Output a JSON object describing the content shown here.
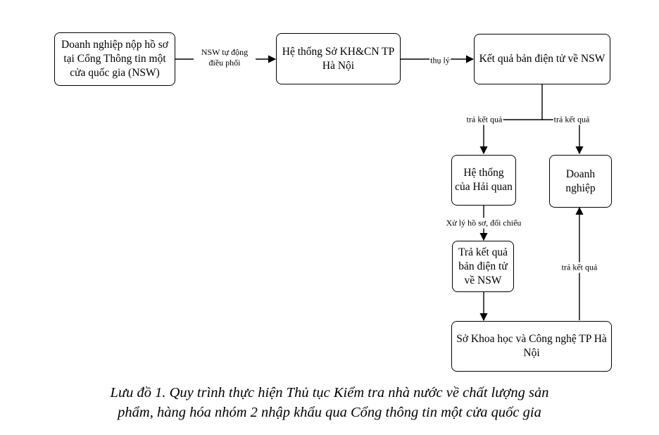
{
  "nodes": {
    "n1": "Doanh nghiệp nộp hồ sơ tại Cổng Thông tin một cửa quốc gia (NSW)",
    "n2": "Hệ thống Sở KH&CN TP Hà Nội",
    "n3": "Kết quả bản điện tử về NSW",
    "n4": "Hệ thống của Hải quan",
    "n5": "Doanh nghiệp",
    "n6": "Trả kết quả bản điện tử về NSW",
    "n7": "Sở Khoa học và Công nghệ TP Hà Nội"
  },
  "edges": {
    "e1": "NSW tự động điều phối",
    "e2": "thụ lý",
    "e3": "trả kết quả",
    "e4": "trả kết quả",
    "e5": "Xử lý hồ sơ, đối chiếu",
    "e6": "trả kết quả"
  },
  "caption": {
    "line1": "Lưu đồ 1. Quy trình thực hiện Thủ tục Kiểm tra nhà nước về chất lượng sản",
    "line2": "phẩm, hàng hóa nhóm 2 nhập khẩu qua Cổng thông tin một cửa quốc gia"
  }
}
